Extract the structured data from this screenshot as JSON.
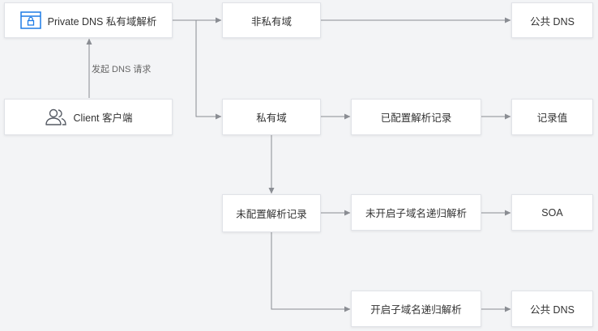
{
  "colors": {
    "background": "#f3f4f6",
    "node_fill": "#ffffff",
    "node_border": "#e1e3e8",
    "edge": "#8a8d93",
    "icon_blue": "#1e7ce6",
    "icon_gray": "#555a63",
    "text": "#333333"
  },
  "nodes": {
    "private_dns": {
      "label": "Private DNS 私有域解析",
      "icon": "dns-window-icon"
    },
    "client": {
      "label": "Client 客户端",
      "icon": "users-icon"
    },
    "non_private": {
      "label": "非私有域"
    },
    "public_dns_top": {
      "label": "公共 DNS"
    },
    "private_domain": {
      "label": "私有域"
    },
    "configured": {
      "label": "已配置解析记录"
    },
    "record_value": {
      "label": "记录值"
    },
    "not_configured": {
      "label": "未配置解析记录"
    },
    "no_recursive": {
      "label": "未开启子域名递归解析"
    },
    "soa": {
      "label": "SOA"
    },
    "recursive": {
      "label": "开启子域名递归解析"
    },
    "public_dns_bottom": {
      "label": "公共 DNS"
    }
  },
  "edge_labels": {
    "client_to_dns": "发起 DNS 请求"
  }
}
